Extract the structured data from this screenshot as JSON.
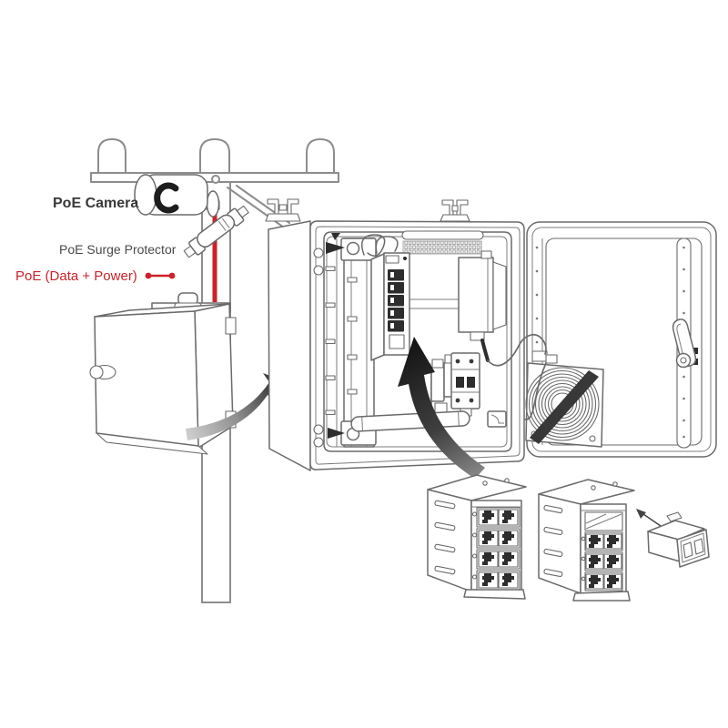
{
  "title": "PoE camera surge-protection installation diagram",
  "labels": {
    "camera": "PoE Camera",
    "surge_protector": "PoE Surge Protector",
    "poe_cable": "PoE (Data + Power)"
  },
  "colors": {
    "accent_red": "#cc2229",
    "outline_gray": "#6a6a6a",
    "dark_fill": "#2d2d2d",
    "background": "#ffffff"
  }
}
